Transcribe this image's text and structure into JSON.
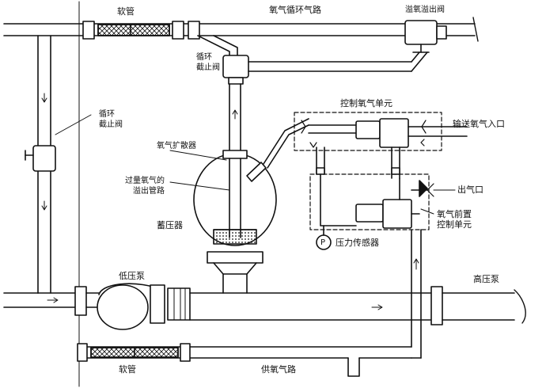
{
  "labels": {
    "hose_top": "软管",
    "oxygen_recirc_line": "氧气循环气路",
    "overflow_valve": "溢氧溢出阀",
    "recirc_stop_valve_top": "循环\n截止阀",
    "recirc_stop_valve_left": "循环\n截止阀",
    "control_unit": "控制氧气单元",
    "oxygen_inlet": "输送氧气入口",
    "diffuser": "氧气扩散器",
    "overflow_pipe": "过量氧气的\n溢出管路",
    "accumulator": "蓄压器",
    "outlet": "出气口",
    "pre_control_unit": "氧气前置\n控制单元",
    "pressure_sensor": "压力传感器",
    "pressure_symbol": "P",
    "low_pump": "低压泵",
    "high_pump": "高压泵",
    "hose_bottom": "软管",
    "supply_line": "供氧气路"
  },
  "colors": {
    "line": "#111111",
    "paper": "#ffffff"
  }
}
